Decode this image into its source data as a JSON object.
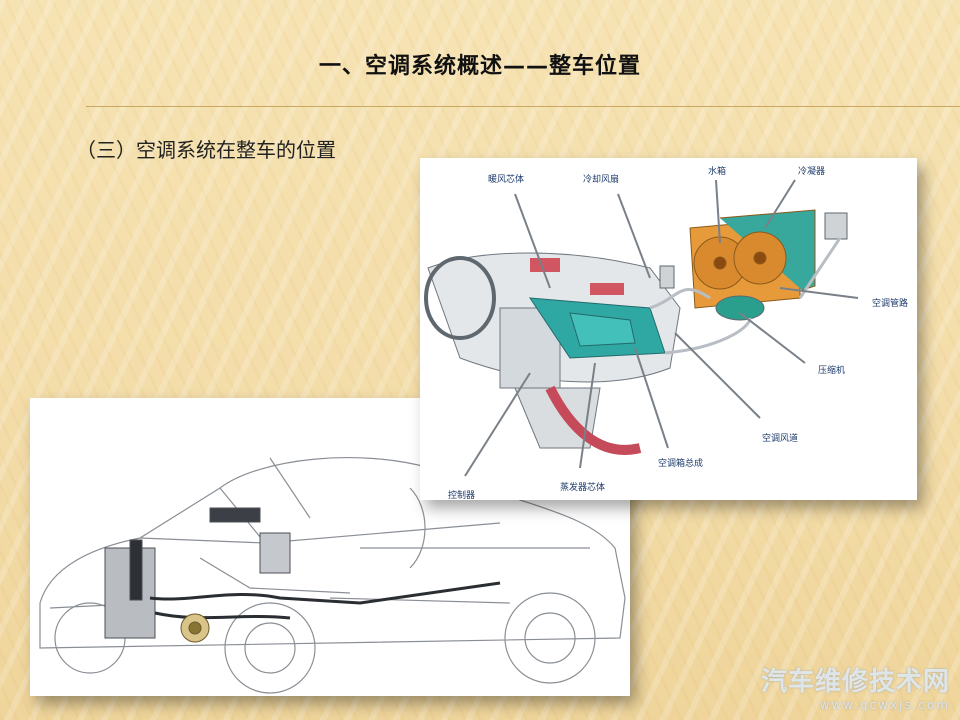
{
  "slide": {
    "title": "一、空调系统概述——整车位置",
    "subtitle": "（三）空调系统在整车的位置"
  },
  "diagram": {
    "labels": {
      "heater_core": "暖风芯体",
      "cooling_fan": "冷却风扇",
      "radiator": "水箱",
      "condenser": "冷凝器",
      "ac_pipe": "空调管路",
      "compressor": "压缩机",
      "ac_duct": "空调风道",
      "ac_box": "空调箱总成",
      "evaporator_core": "蒸发器芯体",
      "controller": "控制器"
    }
  },
  "watermark": {
    "brand": "汽车维修技术网",
    "url": "www.qcwxjs.com"
  }
}
